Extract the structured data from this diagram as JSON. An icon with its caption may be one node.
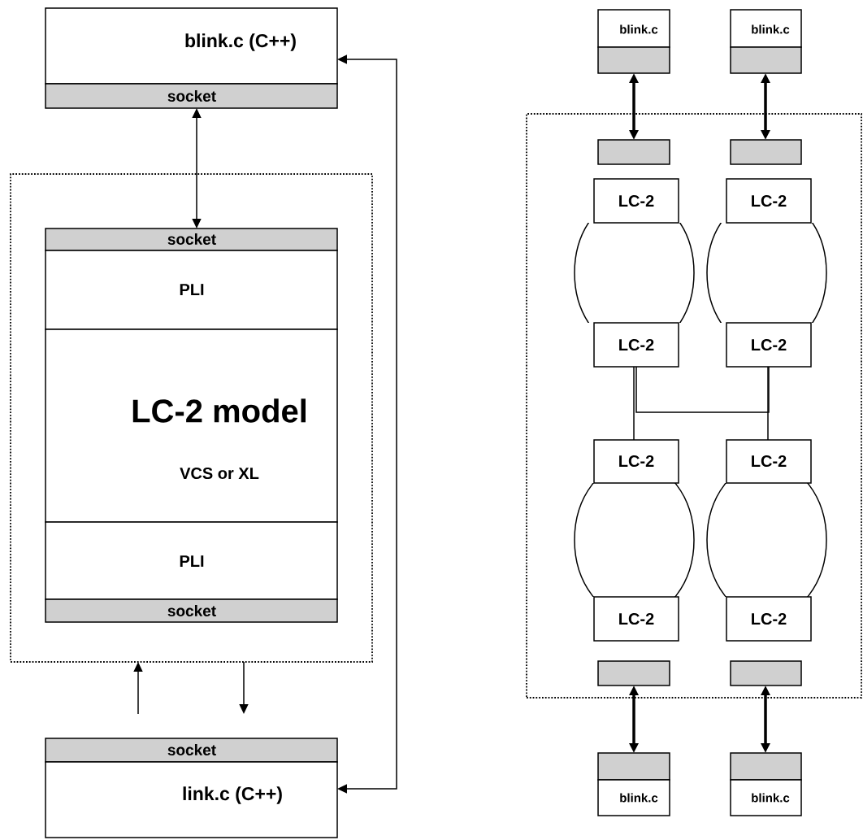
{
  "diagram": {
    "nodes": [
      {
        "text": [],
        "shape": "box"
      },
      {
        "text": [
          "blink.c (C++)"
        ]
      },
      {
        "text": [
          "socket"
        ]
      },
      {
        "text": [
          "socket"
        ],
        "in": 0
      },
      {
        "text": [
          "PLI"
        ],
        "in": 0
      },
      {
        "text": [
          "LC-2 model",
          "VCS or XL"
        ],
        "in": 0
      },
      {
        "text": [
          "PLI"
        ],
        "in": 0
      },
      {
        "text": [
          "socket"
        ],
        "in": 0
      },
      {
        "text": [
          "socket"
        ]
      },
      {
        "text": [
          "link.c (C++)"
        ]
      },
      {
        "text": [],
        "shape": "box"
      },
      {
        "text": [
          "blink.c"
        ]
      },
      {
        "text": [],
        "shape": "box"
      },
      {
        "text": [
          "blink.c"
        ]
      },
      {
        "text": [],
        "shape": "box"
      },
      {
        "text": [],
        "shape": "box",
        "in": 10
      },
      {
        "text": [],
        "shape": "box",
        "in": 10
      },
      {
        "text": [
          "LC-2"
        ],
        "in": 10
      },
      {
        "text": [
          "LC-2"
        ],
        "in": 10
      },
      {
        "text": [],
        "shape": "circle",
        "in": 10
      },
      {
        "text": [],
        "shape": "circle",
        "in": 10
      },
      {
        "text": [
          "LC-2"
        ],
        "in": 10
      },
      {
        "text": [
          "LC-2"
        ],
        "in": 10
      },
      {
        "text": [
          "LC-2"
        ],
        "in": 10
      },
      {
        "text": [
          "LC-2"
        ],
        "in": 10
      },
      {
        "text": [],
        "shape": "circle",
        "in": 10
      },
      {
        "text": [],
        "shape": "circle",
        "in": 10
      },
      {
        "text": [
          "LC-2"
        ],
        "in": 10
      },
      {
        "text": [
          "LC-2"
        ],
        "in": 10
      },
      {
        "text": [],
        "shape": "box",
        "in": 10
      },
      {
        "text": [],
        "shape": "box",
        "in": 10
      },
      {
        "text": [],
        "shape": "box"
      },
      {
        "text": [
          "blink.c"
        ]
      },
      {
        "text": [],
        "shape": "box"
      },
      {
        "text": [
          "blink.c"
        ]
      }
    ],
    "edges": [
      {
        "from": 2,
        "to": 3,
        "arrow": "both"
      },
      {
        "from": null,
        "to": 0,
        "arrow": "to"
      },
      {
        "from": 0,
        "to": null,
        "arrow": "to"
      },
      {
        "from": 1,
        "to": 9,
        "arrow": "both"
      },
      {
        "from": 12,
        "to": 15,
        "arrow": "both",
        "style": "thick"
      },
      {
        "from": 14,
        "to": 16,
        "arrow": "both",
        "style": "thick"
      },
      {
        "from": 21,
        "to": 23,
        "arrow": "none"
      },
      {
        "from": 22,
        "to": 24,
        "arrow": "none"
      },
      {
        "from": 21,
        "to": 22,
        "arrow": "none"
      },
      {
        "from": 29,
        "to": 31,
        "arrow": "both",
        "style": "thick"
      },
      {
        "from": 30,
        "to": 33,
        "arrow": "both",
        "style": "thick"
      }
    ]
  }
}
